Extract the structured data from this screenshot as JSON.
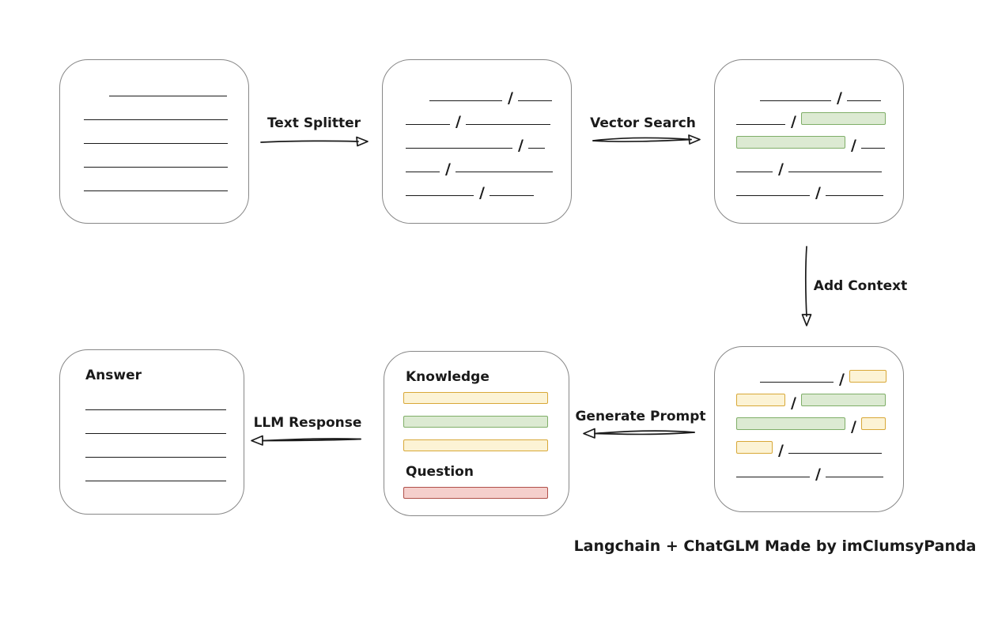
{
  "caption": "Langchain + ChatGLM Made by imClumsyPanda",
  "separator": "/",
  "labels": {
    "text_splitter": "Text Splitter",
    "vector_search": "Vector Search",
    "add_context": "Add Context",
    "generate_prompt": "Generate Prompt",
    "llm_response": "LLM Response",
    "knowledge": "Knowledge",
    "question": "Question",
    "answer": "Answer"
  },
  "colors": {
    "ink": "#1a1a1a",
    "box_border": "#878787",
    "green_fill": "#dcead2",
    "green_border": "#7fae68",
    "yellow_fill": "#fcf3d5",
    "yellow_border": "#d8a838",
    "red_fill": "#f5cfcc",
    "red_border": "#b0504a"
  },
  "nodes": {
    "document": {
      "rows": [
        {
          "indent": 62,
          "segments": [
            {
              "kind": "line",
              "w": 149
            }
          ]
        },
        {
          "indent": 30,
          "segments": [
            {
              "kind": "line",
              "w": 182
            }
          ]
        },
        {
          "indent": 30,
          "segments": [
            {
              "kind": "line",
              "w": 182
            }
          ]
        },
        {
          "indent": 30,
          "segments": [
            {
              "kind": "line",
              "w": 182
            }
          ]
        },
        {
          "indent": 30,
          "segments": [
            {
              "kind": "line",
              "w": 182
            }
          ]
        }
      ]
    },
    "chunks": {
      "rows": [
        {
          "indent": 59,
          "segments": [
            {
              "kind": "line",
              "w": 92
            },
            {
              "kind": "line",
              "w": 43
            }
          ]
        },
        {
          "indent": 29,
          "segments": [
            {
              "kind": "line",
              "w": 56
            },
            {
              "kind": "line",
              "w": 107
            }
          ]
        },
        {
          "indent": 29,
          "segments": [
            {
              "kind": "line",
              "w": 135
            },
            {
              "kind": "line",
              "w": 21
            }
          ]
        },
        {
          "indent": 29,
          "segments": [
            {
              "kind": "line",
              "w": 43
            },
            {
              "kind": "line",
              "w": 123
            }
          ]
        },
        {
          "indent": 29,
          "segments": [
            {
              "kind": "line",
              "w": 86
            },
            {
              "kind": "line",
              "w": 56
            }
          ]
        }
      ]
    },
    "retrieved": {
      "rows": [
        {
          "indent": 57,
          "segments": [
            {
              "kind": "line",
              "w": 90
            },
            {
              "kind": "line",
              "w": 43
            }
          ]
        },
        {
          "indent": 27,
          "segments": [
            {
              "kind": "line",
              "w": 62
            },
            {
              "kind": "green",
              "w": 107
            }
          ]
        },
        {
          "indent": 27,
          "segments": [
            {
              "kind": "green",
              "w": 138
            },
            {
              "kind": "line",
              "w": 30
            }
          ]
        },
        {
          "indent": 27,
          "segments": [
            {
              "kind": "line",
              "w": 46
            },
            {
              "kind": "line",
              "w": 118
            }
          ]
        },
        {
          "indent": 27,
          "segments": [
            {
              "kind": "line",
              "w": 93
            },
            {
              "kind": "line",
              "w": 73
            }
          ]
        }
      ]
    },
    "context": {
      "rows": [
        {
          "indent": 57,
          "segments": [
            {
              "kind": "line",
              "w": 93
            },
            {
              "kind": "yellow",
              "w": 47
            }
          ]
        },
        {
          "indent": 27,
          "segments": [
            {
              "kind": "yellow",
              "w": 62
            },
            {
              "kind": "green",
              "w": 107
            }
          ]
        },
        {
          "indent": 27,
          "segments": [
            {
              "kind": "green",
              "w": 138
            },
            {
              "kind": "yellow",
              "w": 31
            }
          ]
        },
        {
          "indent": 27,
          "segments": [
            {
              "kind": "yellow",
              "w": 46
            },
            {
              "kind": "line",
              "w": 118
            }
          ]
        },
        {
          "indent": 27,
          "segments": [
            {
              "kind": "line",
              "w": 93
            },
            {
              "kind": "line",
              "w": 73
            }
          ]
        }
      ]
    },
    "prompt": {
      "knowledge_bars": [
        "yellow",
        "green",
        "yellow"
      ],
      "question_bars": [
        "red"
      ]
    },
    "answer": {
      "rows": [
        {
          "indent": 32,
          "segments": [
            {
              "kind": "line",
              "w": 178
            }
          ]
        },
        {
          "indent": 32,
          "segments": [
            {
              "kind": "line",
              "w": 178
            }
          ]
        },
        {
          "indent": 32,
          "segments": [
            {
              "kind": "line",
              "w": 178
            }
          ]
        },
        {
          "indent": 32,
          "segments": [
            {
              "kind": "line",
              "w": 178
            }
          ]
        }
      ]
    }
  }
}
